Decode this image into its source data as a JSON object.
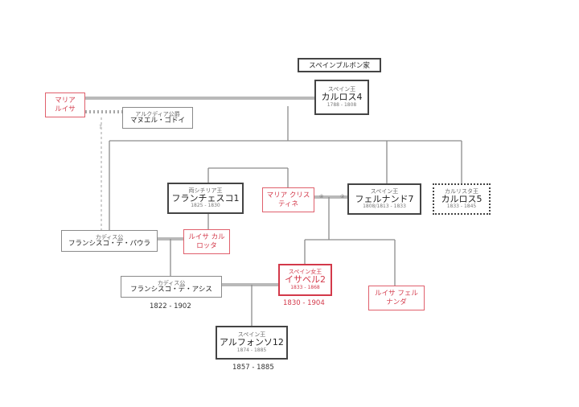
{
  "house_title": "スペインブルボン家",
  "persons": {
    "carlos4": {
      "title": "スペイン王",
      "name": "カルロス4",
      "years": "1788 - 1808"
    },
    "maria_luisa": {
      "name": "マリア ルイサ"
    },
    "godoy": {
      "title": "アルクディア公爵",
      "name": "マヌエル・ゴドイ"
    },
    "francesco1": {
      "title": "両シチリア王",
      "name": "フランチェスコ1",
      "years": "1825 - 1830"
    },
    "maria_cristina": {
      "name": "マリア クリスティネ"
    },
    "fernando7": {
      "title": "スペイン王",
      "name": "フェルナンド7",
      "years": "1808/1813 - 1833"
    },
    "carlos5": {
      "title": "カルリスタ王",
      "name": "カルロス5",
      "years": "1833 - 1845"
    },
    "francisco_paula": {
      "title": "カディス公",
      "name": "フランシスコ・デ・パウラ"
    },
    "luisa_carlota": {
      "name": "ルイサ カルロッタ"
    },
    "francisco_asis": {
      "title": "カディス公",
      "name": "フランシスコ・デ・アシス",
      "ext_years": "1822 - 1902"
    },
    "isabel2": {
      "title": "スペイン女王",
      "name": "イサベル2",
      "years": "1833 - 1868",
      "ext_years": "1830 - 1904"
    },
    "luisa_fernanda": {
      "name": "ルイサ フェルナンダ"
    },
    "alfonso12": {
      "title": "スペイン王",
      "name": "アルフォンソ12",
      "years": "1874 - 1885",
      "ext_years": "1857 - 1885"
    }
  },
  "marks": {
    "question": "?",
    "marriage_order_2": "②",
    "marriage_order_4": "④"
  }
}
